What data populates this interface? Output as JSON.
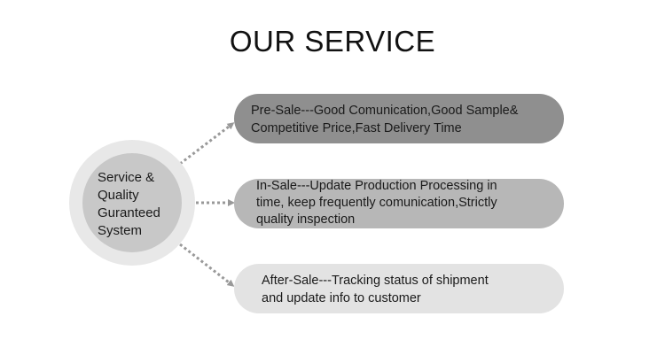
{
  "title": "OUR SERVICE",
  "hub": {
    "lines": [
      "Service &",
      "Quality",
      "Guranteed",
      "System"
    ]
  },
  "services": [
    {
      "lines": [
        "Pre-Sale---Good Comunication,Good Sample&",
        "Competitive Price,Fast Delivery Time"
      ]
    },
    {
      "lines": [
        "In-Sale---Update Production Processing in",
        "time, keep frequently comunication,Strictly",
        "quality inspection"
      ]
    },
    {
      "lines": [
        "After-Sale---Tracking status of shipment",
        "and update info to customer"
      ]
    }
  ],
  "colors": {
    "hub_outer": "#e8e8e8",
    "hub_inner": "#c8c8c8",
    "pill_1": "#8f8f8f",
    "pill_2": "#b7b7b7",
    "pill_3": "#e3e3e3",
    "arrow": "#999999"
  }
}
